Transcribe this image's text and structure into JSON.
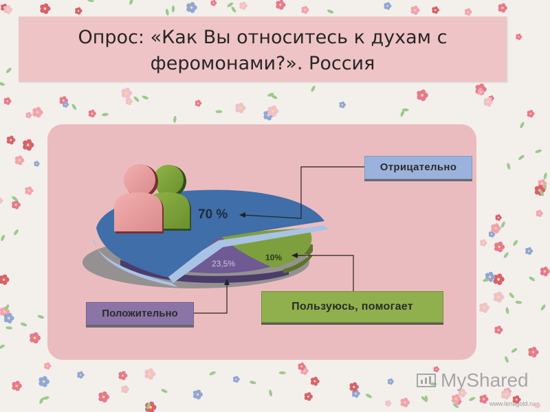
{
  "slide": {
    "title_line1": "Опрос: «Как Вы относитесь к духам с",
    "title_line2": "феромонами?». Россия"
  },
  "callouts": {
    "negative": "Отрицательно",
    "positive": "Положительно",
    "uses": "Пользуюсь, помогает"
  },
  "watermark": {
    "brand": "MyShared",
    "url": "www.lenagold.ru"
  },
  "colors": {
    "negative": "#3f6ea9",
    "positive": "#6f5a93",
    "uses": "#7e9f3d",
    "panel": "#ebbcbf",
    "title_box": "#efc4c6"
  },
  "chart_data": {
    "type": "pie",
    "title": "",
    "slices": [
      {
        "name": "Отрицательно",
        "value": 70,
        "label": "70 %",
        "color": "#3f6ea9"
      },
      {
        "name": "Положительно",
        "value": 23.5,
        "label": "23,5%",
        "color": "#6f5a93"
      },
      {
        "name": "Пользуюсь, помогает",
        "value": 10,
        "label": "10%",
        "color": "#7e9f3d"
      }
    ],
    "style": "3d-exploded",
    "legend": "callout-boxes"
  }
}
